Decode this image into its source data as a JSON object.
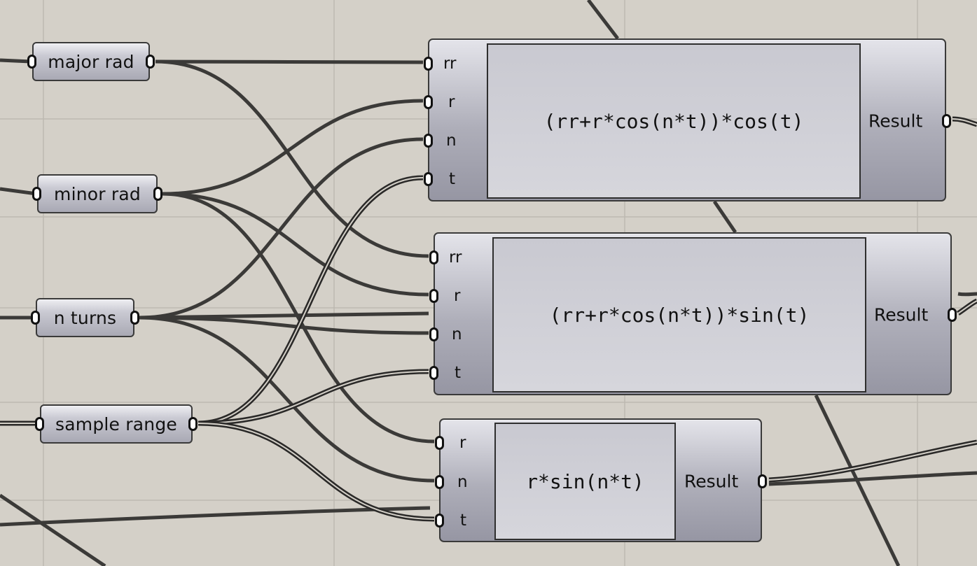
{
  "params": [
    {
      "id": "major",
      "label": "major rad"
    },
    {
      "id": "minor",
      "label": "minor rad"
    },
    {
      "id": "nturns",
      "label": "n turns"
    },
    {
      "id": "range",
      "label": "sample range"
    }
  ],
  "components": [
    {
      "id": "c1",
      "inputs": [
        "rr",
        "r",
        "n",
        "t"
      ],
      "expression": "(rr+r*cos(n*t))*cos(t)",
      "output": "Result"
    },
    {
      "id": "c2",
      "inputs": [
        "rr",
        "r",
        "n",
        "t"
      ],
      "expression": "(rr+r*cos(n*t))*sin(t)",
      "output": "Result"
    },
    {
      "id": "c3",
      "inputs": [
        "r",
        "n",
        "t"
      ],
      "expression": "r*sin(n*t)",
      "output": "Result"
    }
  ],
  "colors": {
    "canvas": "#d4d0c8",
    "grid": "#bdb9b1",
    "wire": "#3b3a38",
    "wire_dark": "#2a2928"
  }
}
